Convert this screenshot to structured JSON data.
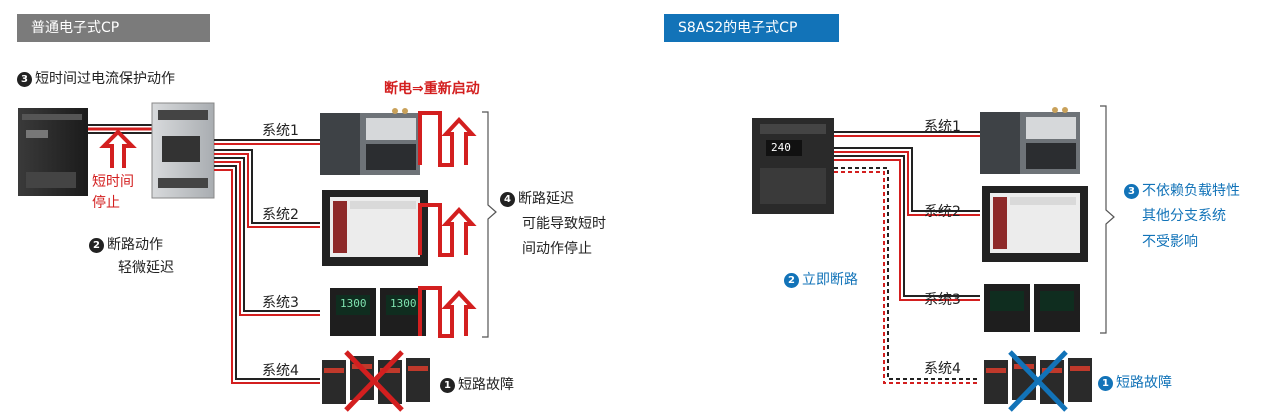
{
  "left": {
    "header": "普通电子式CP",
    "action_num": "3",
    "action_text": "短时间过电流保护动作",
    "restart": "断电⇒重新启动",
    "short_stop_line1": "短时间",
    "short_stop_line2": "停止",
    "break_num": "2",
    "break_line1": "断路动作",
    "break_line2": "轻微延迟",
    "delay_num": "4",
    "delay_line1": "断路延迟",
    "delay_line2": "可能导致短时",
    "delay_line3": "间动作停止",
    "fault_num": "1",
    "fault_text": "短路故障",
    "systems": [
      "系统1",
      "系统2",
      "系统3",
      "系统4"
    ]
  },
  "right": {
    "header": "S8AS2的电子式CP",
    "indep_num": "3",
    "indep_line1": "不依赖负载特性",
    "indep_line2": "其他分支系统",
    "indep_line3": "不受影响",
    "cut_num": "2",
    "cut_text": "立即断路",
    "fault_num": "1",
    "fault_text": "短路故障",
    "display_value": "240",
    "systems": [
      "系统1",
      "系统2",
      "系统3",
      "系统4"
    ]
  },
  "device_readouts": [
    "1300",
    "1300"
  ],
  "colors": {
    "red": "#d31f1f",
    "blue": "#1273b8",
    "gray_header": "#7b7b7b"
  }
}
